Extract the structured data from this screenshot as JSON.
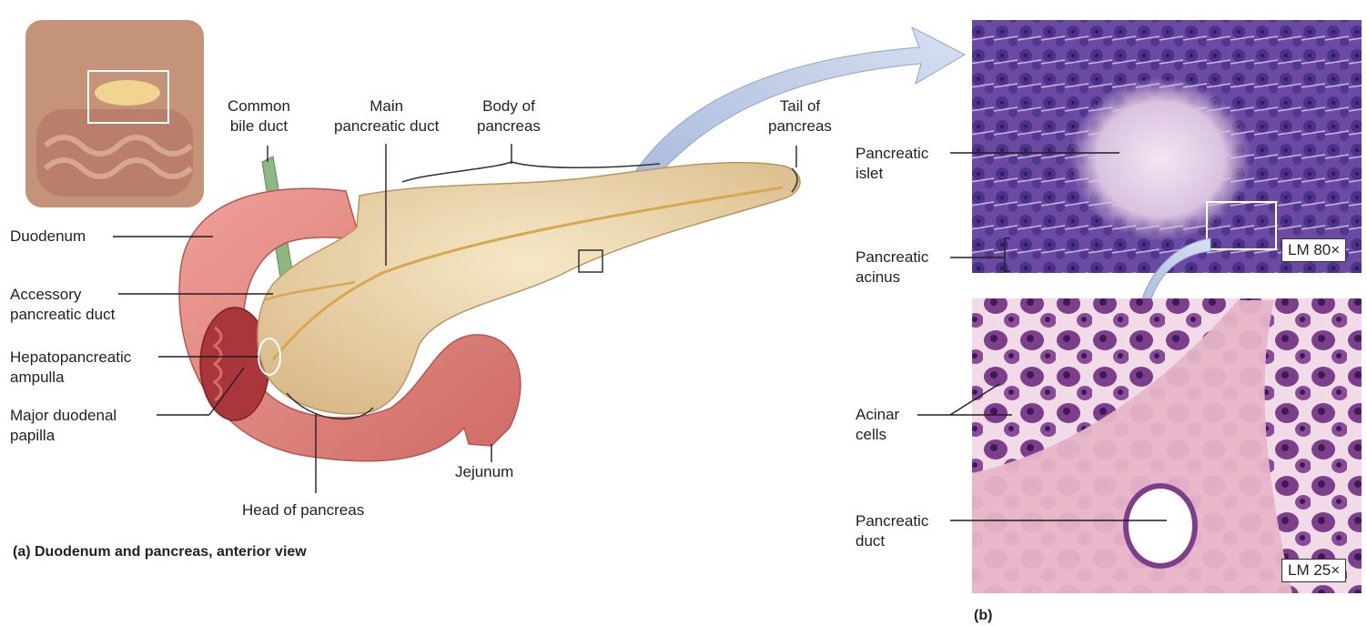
{
  "colors": {
    "pancreas": "#ead3a3",
    "duodenum": "#e07f78",
    "duodenum_inner": "#a8363a",
    "bile_duct": "#8db783",
    "arrow": "#b5c6e3",
    "islet": "#e8d6ea",
    "acinus": "#5c3f99",
    "stroma": "#e7b5c8"
  },
  "panel_a": {
    "caption": "(a) Duodenum and pancreas, anterior view",
    "labels": {
      "common_bile_duct": [
        "Common",
        "bile duct"
      ],
      "main_pancreatic_duct": [
        "Main",
        "pancreatic duct"
      ],
      "body_of_pancreas": [
        "Body of",
        "pancreas"
      ],
      "tail_of_pancreas": [
        "Tail of",
        "pancreas"
      ],
      "duodenum": [
        "Duodenum"
      ],
      "accessory_pancreatic_duct": [
        "Accessory",
        "pancreatic duct"
      ],
      "hepatopancreatic_ampulla": [
        "Hepatopancreatic",
        "ampulla"
      ],
      "major_duodenal_papilla": [
        "Major duodenal",
        "papilla"
      ],
      "head_of_pancreas": [
        "Head of pancreas"
      ],
      "jejunum": [
        "Jejunum"
      ]
    }
  },
  "panel_b": {
    "caption": "(b)",
    "top_micrograph": {
      "magnification": "LM 80×",
      "labels": {
        "pancreatic_islet": [
          "Pancreatic",
          "islet"
        ],
        "pancreatic_acinus": [
          "Pancreatic",
          "acinus"
        ]
      }
    },
    "bottom_micrograph": {
      "magnification": "LM 25×",
      "labels": {
        "acinar_cells": [
          "Acinar",
          "cells"
        ],
        "pancreatic_duct": [
          "Pancreatic",
          "duct"
        ]
      }
    }
  }
}
